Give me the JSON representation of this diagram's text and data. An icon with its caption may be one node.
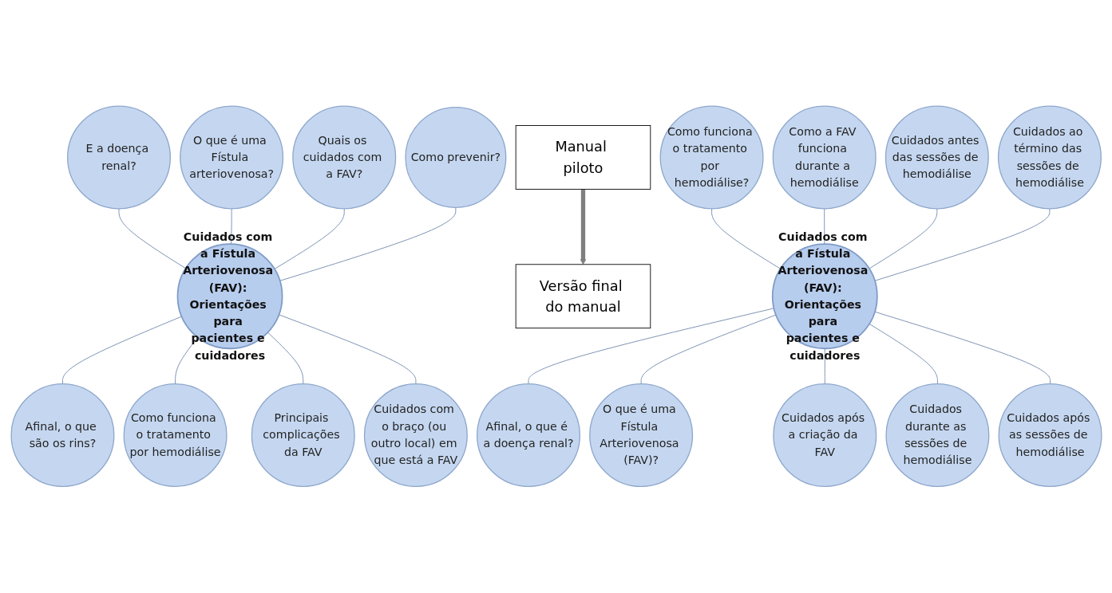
{
  "diagram": {
    "nodes": [
      {
        "text": [
          "Manual piloto"
        ]
      },
      {
        "text": [
          "Cuidados com a Fístula Arteriovenosa (FAV): Orientações para pacientes e cuidadores"
        ]
      },
      {
        "text": [
          "Afinal, o que são os rins?"
        ]
      },
      {
        "text": [
          "E a doença renal?"
        ]
      },
      {
        "text": [
          "Como funciona o tratamento por hemodiálise"
        ]
      },
      {
        "text": [
          "O que é uma Fístula arteriovenosa?"
        ]
      },
      {
        "text": [
          "Principais complicações da FAV"
        ]
      },
      {
        "text": [
          "Quais os cuidados com a FAV?"
        ]
      },
      {
        "text": [
          "Cuidados com o braço (ou outro local) em que está a FAV"
        ]
      },
      {
        "text": [
          "Como prevenir?"
        ]
      },
      {
        "text": [
          "Versão final do manual"
        ]
      },
      {
        "text": [
          "Cuidados com a Fístula Arteriovenosa (FAV): Orientações para pacientes e cuidadores"
        ]
      },
      {
        "text": [
          "Afinal, o que é a doença renal?"
        ]
      },
      {
        "text": [
          "Como funciona o tratamento por hemodiálise?"
        ]
      },
      {
        "text": [
          "O que é uma Fístula Arteriovenosa (FAV)?"
        ]
      },
      {
        "text": [
          "Como a FAV funciona durante a hemodiálise"
        ]
      },
      {
        "text": [
          "Cuidados após a criação da FAV"
        ]
      },
      {
        "text": [
          "Cuidados antes das sessões de hemodiálise"
        ]
      },
      {
        "text": [
          "Cuidados durante as sessões de hemodiálise"
        ]
      },
      {
        "text": [
          "Cuidados ao término das sessões de hemodiálise"
        ]
      },
      {
        "text": [
          "Cuidados após as sessões de hemodiálise"
        ]
      }
    ],
    "edges": [
      {
        "from": 0,
        "to": 10,
        "arrow": "to",
        "style": "thick",
        "color": "#7f7f7f"
      },
      {
        "from": 1,
        "to": 2,
        "arrow": "none"
      },
      {
        "from": 1,
        "to": 3,
        "arrow": "none"
      },
      {
        "from": 1,
        "to": 4,
        "arrow": "none"
      },
      {
        "from": 1,
        "to": 5,
        "arrow": "none"
      },
      {
        "from": 1,
        "to": 6,
        "arrow": "none"
      },
      {
        "from": 1,
        "to": 7,
        "arrow": "none"
      },
      {
        "from": 1,
        "to": 8,
        "arrow": "none"
      },
      {
        "from": 1,
        "to": 9,
        "arrow": "none"
      },
      {
        "from": 11,
        "to": 12,
        "arrow": "none"
      },
      {
        "from": 11,
        "to": 13,
        "arrow": "none"
      },
      {
        "from": 11,
        "to": 14,
        "arrow": "none"
      },
      {
        "from": 11,
        "to": 15,
        "arrow": "none"
      },
      {
        "from": 11,
        "to": 16,
        "arrow": "none"
      },
      {
        "from": 11,
        "to": 17,
        "arrow": "none"
      },
      {
        "from": 11,
        "to": 18,
        "arrow": "none"
      },
      {
        "from": 11,
        "to": 19,
        "arrow": "none"
      },
      {
        "from": 11,
        "to": 20,
        "arrow": "none"
      }
    ]
  }
}
